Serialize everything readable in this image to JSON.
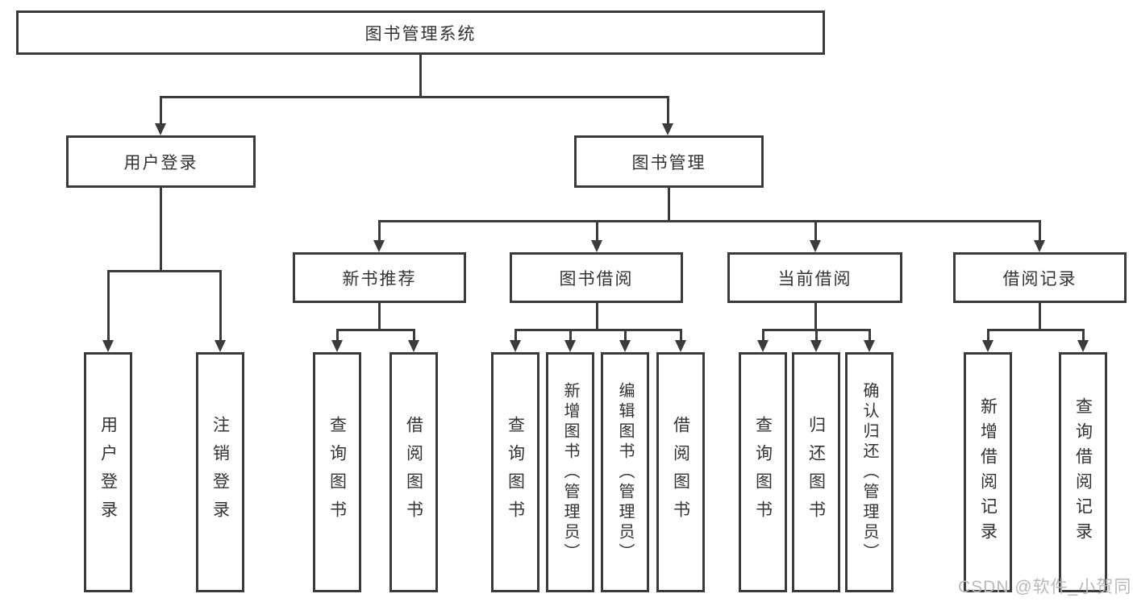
{
  "colors": {
    "line": "#3b3b3b",
    "text": "#333333",
    "background": "#ffffff",
    "watermark": "#b9b9b9"
  },
  "diagram": {
    "title": "图书管理系统",
    "level2": {
      "user_login": "用户登录",
      "book_management": "图书管理"
    },
    "level3": {
      "new_book_recommend": "新书推荐",
      "book_borrow": "图书借阅",
      "current_borrow": "当前借阅",
      "borrow_records": "借阅记录"
    },
    "leaves": {
      "user_login": [
        "用户登录",
        "注销登录"
      ],
      "new_book_recommend": [
        "查询图书",
        "借阅图书"
      ],
      "book_borrow": [
        "查询图书",
        "新增图书（管理员）",
        "编辑图书（管理员）",
        "借阅图书"
      ],
      "current_borrow": [
        "查询图书",
        "归还图书",
        "确认归还（管理员）"
      ],
      "borrow_records": [
        "新增借阅记录",
        "查询借阅记录"
      ]
    }
  },
  "watermark": "CSDN @软件_小贺同学"
}
